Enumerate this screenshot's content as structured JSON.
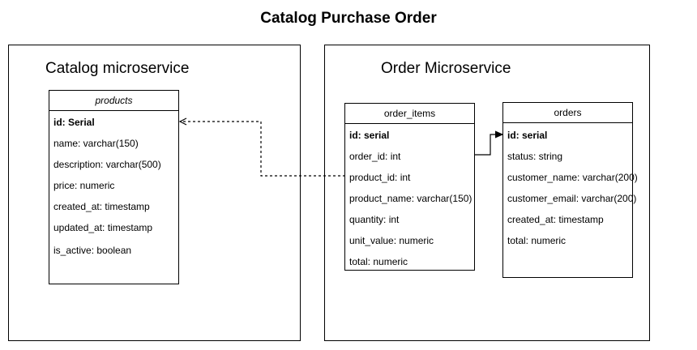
{
  "title": "Catalog Purchase Order",
  "catalog_service": {
    "label": "Catalog microservice",
    "products": {
      "name": "products",
      "fields": [
        "id: Serial",
        "name: varchar(150)",
        "description: varchar(500)",
        "price: numeric",
        "created_at: timestamp",
        "updated_at: timestamp",
        "is_active: boolean"
      ]
    }
  },
  "order_service": {
    "label": "Order Microservice",
    "order_items": {
      "name": "order_items",
      "fields": [
        "id: serial",
        "order_id: int",
        "product_id: int",
        "product_name: varchar(150)",
        "quantity: int",
        "unit_value: numeric",
        "total: numeric"
      ]
    },
    "orders": {
      "name": "orders",
      "fields": [
        "id: serial",
        "status: string",
        "customer_name: varchar(200)",
        "customer_email: varchar(200)",
        "created_at: timestamp",
        "total: numeric"
      ]
    }
  }
}
